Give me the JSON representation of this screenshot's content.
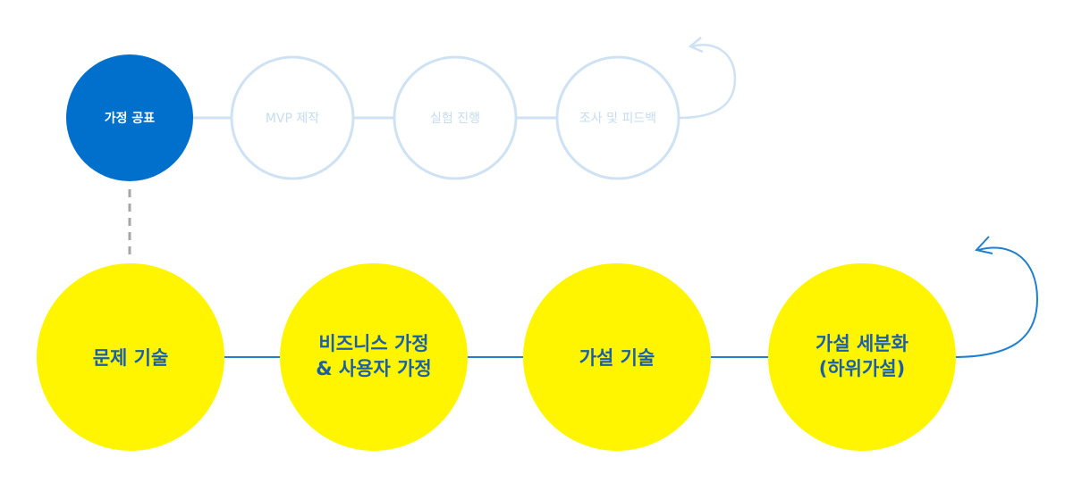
{
  "colors": {
    "active_fill": "#0070cc",
    "active_text": "#ffffff",
    "inactive_stroke": "#cfe2f3",
    "inactive_text": "#c6dcef",
    "bottom_fill": "#fff500",
    "bottom_text": "#1a5fa8",
    "bottom_connector": "#1f7fd0",
    "dashed_link": "#a6a6a6"
  },
  "top_cycle": {
    "steps": [
      {
        "label": "가정 공표",
        "active": true
      },
      {
        "label": "MVP 제작",
        "active": false
      },
      {
        "label": "실험 진행",
        "active": false
      },
      {
        "label": "조사 및 피드백",
        "active": false
      }
    ]
  },
  "bottom_cycle": {
    "steps": [
      {
        "lines": [
          "문제 기술"
        ]
      },
      {
        "lines": [
          "비즈니스 가정",
          "& 사용자 가정"
        ]
      },
      {
        "lines": [
          "가설 기술"
        ]
      },
      {
        "lines": [
          "가설 세분화",
          "(하위가설)"
        ]
      }
    ]
  }
}
